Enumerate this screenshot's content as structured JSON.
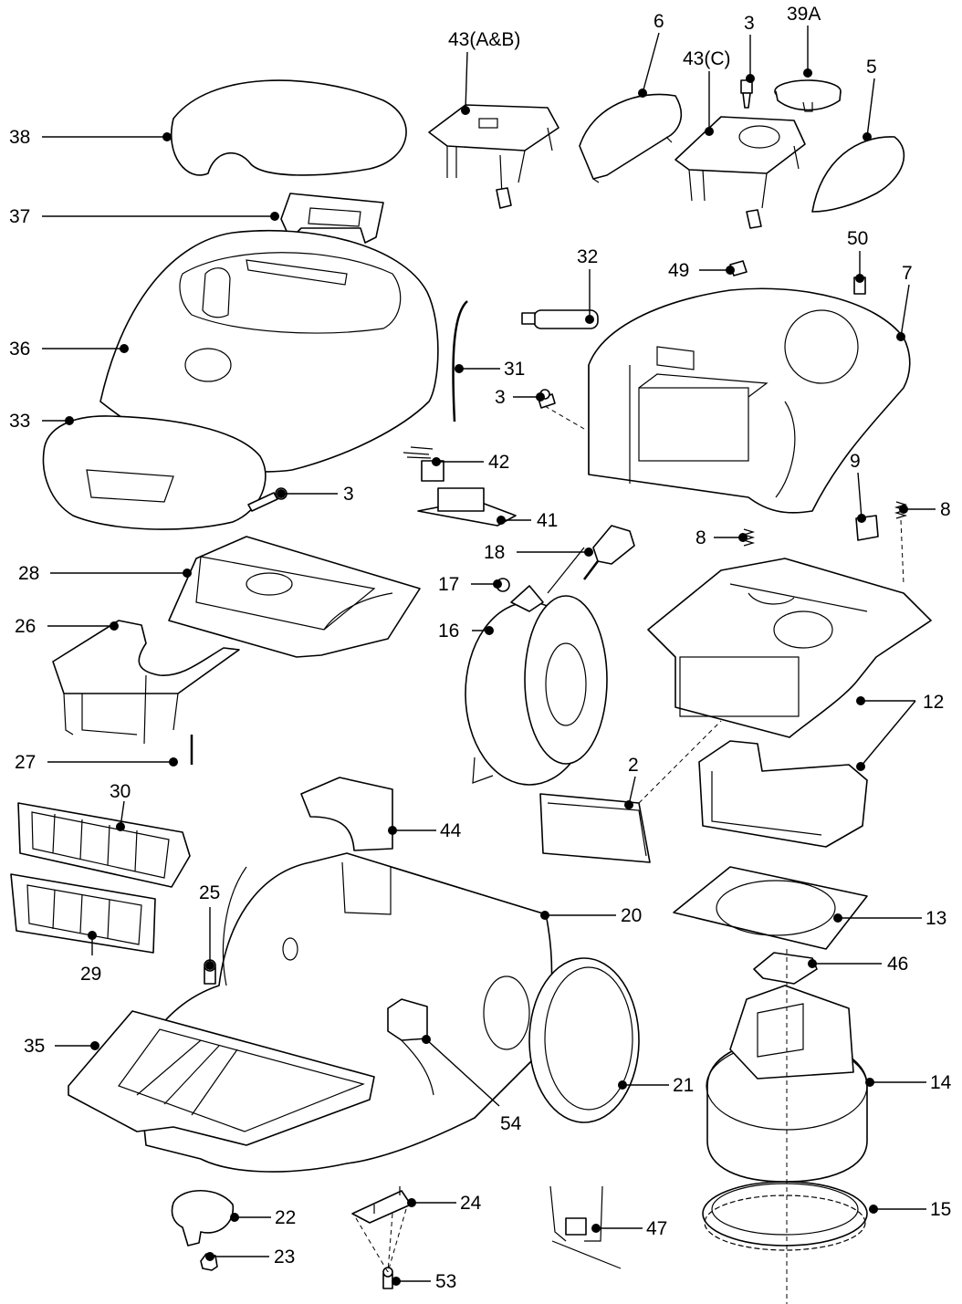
{
  "diagram": {
    "callouts": [
      {
        "id": "c38",
        "label": "38"
      },
      {
        "id": "c37",
        "label": "37"
      },
      {
        "id": "c36",
        "label": "36"
      },
      {
        "id": "c33",
        "label": "33"
      },
      {
        "id": "c3a",
        "label": "3"
      },
      {
        "id": "c43ab",
        "label": "43(A&B)"
      },
      {
        "id": "c6",
        "label": "6"
      },
      {
        "id": "c3b",
        "label": "3"
      },
      {
        "id": "c39a",
        "label": "39A"
      },
      {
        "id": "c43c",
        "label": "43(C)"
      },
      {
        "id": "c5",
        "label": "5"
      },
      {
        "id": "c32",
        "label": "32"
      },
      {
        "id": "c31",
        "label": "31"
      },
      {
        "id": "c3c",
        "label": "3"
      },
      {
        "id": "c42",
        "label": "42"
      },
      {
        "id": "c41",
        "label": "41"
      },
      {
        "id": "c49",
        "label": "49"
      },
      {
        "id": "c50",
        "label": "50"
      },
      {
        "id": "c7",
        "label": "7"
      },
      {
        "id": "c9",
        "label": "9"
      },
      {
        "id": "c8a",
        "label": "8"
      },
      {
        "id": "c8b",
        "label": "8"
      },
      {
        "id": "c28",
        "label": "28"
      },
      {
        "id": "c26",
        "label": "26"
      },
      {
        "id": "c27",
        "label": "27"
      },
      {
        "id": "c18",
        "label": "18"
      },
      {
        "id": "c17",
        "label": "17"
      },
      {
        "id": "c16",
        "label": "16"
      },
      {
        "id": "c12",
        "label": "12"
      },
      {
        "id": "c2",
        "label": "2"
      },
      {
        "id": "c30",
        "label": "30"
      },
      {
        "id": "c29",
        "label": "29"
      },
      {
        "id": "c44",
        "label": "44"
      },
      {
        "id": "c20",
        "label": "20"
      },
      {
        "id": "c25",
        "label": "25"
      },
      {
        "id": "c13",
        "label": "13"
      },
      {
        "id": "c46",
        "label": "46"
      },
      {
        "id": "c35",
        "label": "35"
      },
      {
        "id": "c54",
        "label": "54"
      },
      {
        "id": "c21",
        "label": "21"
      },
      {
        "id": "c14",
        "label": "14"
      },
      {
        "id": "c22",
        "label": "22"
      },
      {
        "id": "c24",
        "label": "24"
      },
      {
        "id": "c47",
        "label": "47"
      },
      {
        "id": "c15",
        "label": "15"
      },
      {
        "id": "c23",
        "label": "23"
      },
      {
        "id": "c53",
        "label": "53"
      }
    ]
  }
}
